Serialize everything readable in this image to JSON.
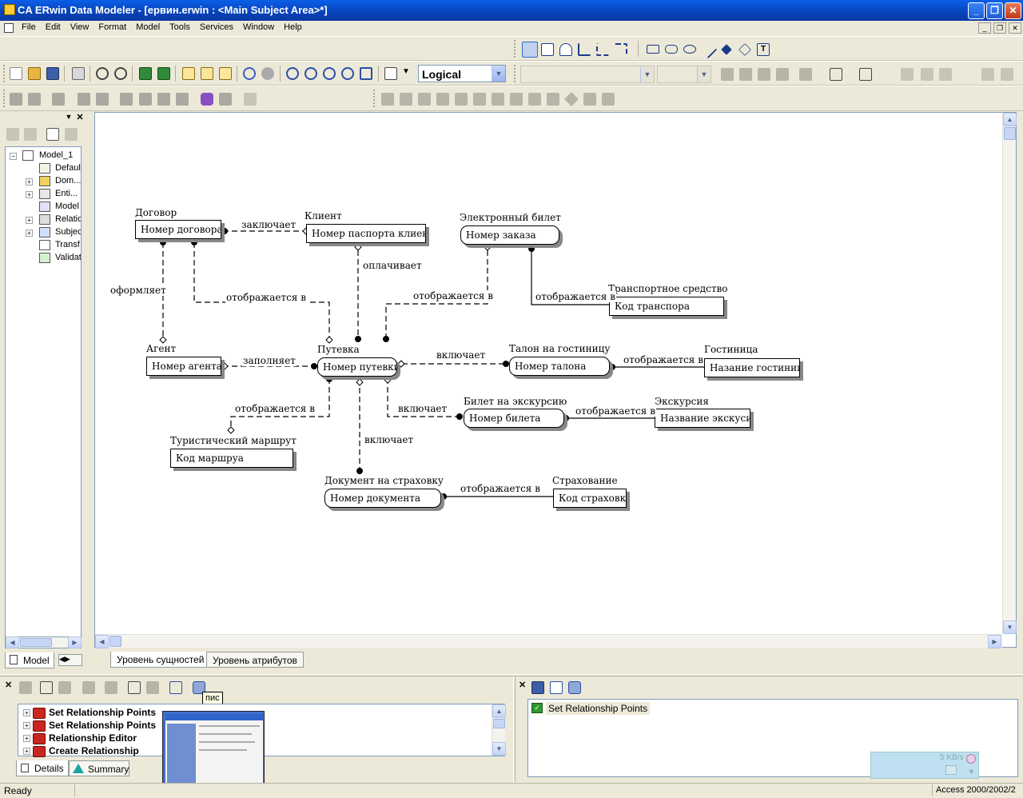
{
  "window": {
    "title": "CA ERwin Data Modeler - [ервин.erwin : <Main Subject Area>*]"
  },
  "menu": [
    "File",
    "Edit",
    "View",
    "Format",
    "Model",
    "Tools",
    "Services",
    "Window",
    "Help"
  ],
  "toolbar": {
    "view_level": "Logical"
  },
  "tree": {
    "root": "Model_1",
    "items": [
      "Defaul",
      "Dom...",
      "Enti...",
      "Model",
      "Relatio",
      "Subjec",
      "Transf",
      "Validat"
    ]
  },
  "left_tabs": {
    "model": "Model"
  },
  "diagram": {
    "entities": [
      {
        "title": "Договор",
        "key": "Номер договора"
      },
      {
        "title": "Клиент",
        "key": "Номер паспорта клиента"
      },
      {
        "title": "Электронный билет",
        "key": "Номер заказа"
      },
      {
        "title": "Транспортное средство",
        "key": "Код транспора"
      },
      {
        "title": "Агент",
        "key": "Номер агента"
      },
      {
        "title": "Путевка",
        "key": "Номер путевки"
      },
      {
        "title": "Талон на гостиницу",
        "key": "Номер талона"
      },
      {
        "title": "Гостиница",
        "key": "Назание гостиницы"
      },
      {
        "title": "Билет на экскурсию",
        "key": "Номер билета"
      },
      {
        "title": "Экскурсия",
        "key": "Название экскусии"
      },
      {
        "title": "Туристический маршрут",
        "key": "Код маршруа"
      },
      {
        "title": "Документ на страховку",
        "key": "Номер документа"
      },
      {
        "title": "Страхование",
        "key": "Код страховки"
      }
    ],
    "relationships": [
      "заключает",
      "оплачивает",
      "оформляет",
      "отображается в",
      "отображается в",
      "отображается в",
      "заполняет",
      "включает",
      "отображается в",
      "отображается в",
      "включает",
      "отображается в",
      "включает",
      "отображается в"
    ]
  },
  "canvas_tabs": [
    "Уровень сущностей",
    "Уровень атрибутов"
  ],
  "action_log": {
    "tooltip": "пис",
    "items": [
      "Set Relationship Points",
      "Set Relationship Points",
      "Relationship Editor",
      "Create Relationship"
    ],
    "tabs": {
      "details": "Details",
      "summary": "Summary"
    },
    "detail_item": "Set Relationship Points"
  },
  "net_widget": {
    "speed": "5 KB/s"
  },
  "status": {
    "left": "Ready",
    "right": "Access 2000/2002/2"
  },
  "colors": {
    "titlebar": "#0842b8",
    "chrome": "#ece9d8"
  }
}
